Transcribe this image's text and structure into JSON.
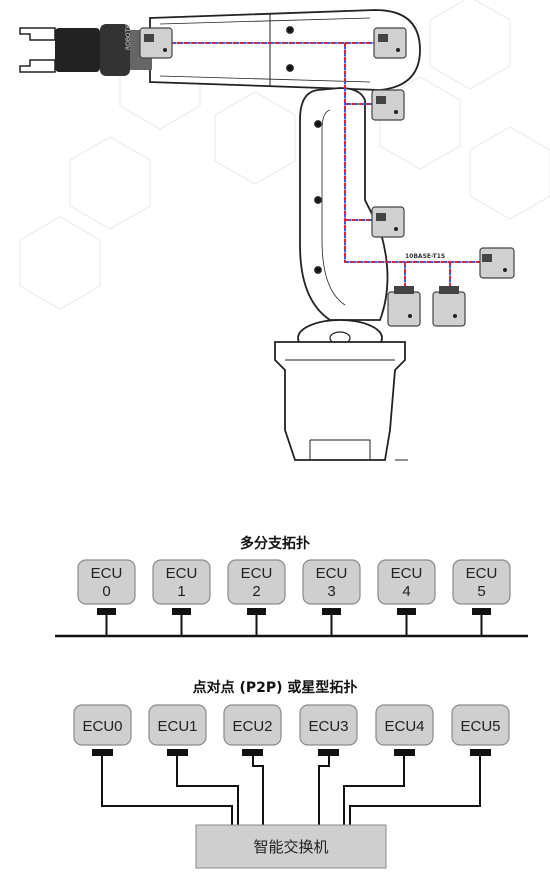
{
  "robot": {
    "cable_label": "10BASE-T1S",
    "brand_label": "ROBOTIC",
    "cable_colors": [
      "#e0203c",
      "#3a5bd8"
    ]
  },
  "multidrop": {
    "title": "多分支拓扑",
    "ecus": [
      {
        "line1": "ECU",
        "line2": "0"
      },
      {
        "line1": "ECU",
        "line2": "1"
      },
      {
        "line1": "ECU",
        "line2": "2"
      },
      {
        "line1": "ECU",
        "line2": "3"
      },
      {
        "line1": "ECU",
        "line2": "4"
      },
      {
        "line1": "ECU",
        "line2": "5"
      }
    ]
  },
  "p2p": {
    "title": "点对点 (P2P) 或星型拓扑",
    "ecus": [
      "ECU0",
      "ECU1",
      "ECU2",
      "ECU3",
      "ECU4",
      "ECU5"
    ],
    "switch_label": "智能交换机"
  },
  "colors": {
    "ecu_fill": "#cfcfcf",
    "ecu_stroke": "#8a8a8a",
    "connector": "#111111",
    "switch_fill": "#cfcfcf"
  }
}
